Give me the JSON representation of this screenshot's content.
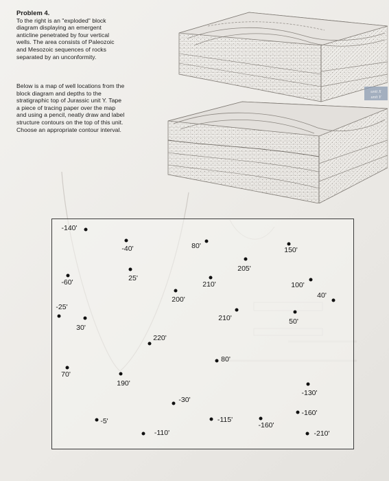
{
  "problem": {
    "title": "Problem 4.",
    "intro_lines": [
      "To the right is an \"exploded\" block",
      "diagram displaying an emergent",
      "anticline penetrated by four vertical",
      "wells. The area consists of Paleozoic",
      "and Mesozoic sequences of rocks",
      "separated by an unconformity."
    ],
    "instruction_lines": [
      "Below is a map of well locations from the",
      "block diagram and depths to the",
      "stratigraphic top of Jurassic unit Y. Tape",
      "a piece of tracing paper over the map",
      "and using a pencil, neatly draw and label",
      "structure contours on the top of this unit.",
      "Choose an appropriate contour interval."
    ]
  },
  "diagram": {
    "labels": {
      "unit_x": "unit X",
      "unit_y": "unit Y"
    }
  },
  "wells": [
    {
      "label": "-140'"
    },
    {
      "label": "-40'"
    },
    {
      "label": "80'"
    },
    {
      "label": "150'"
    },
    {
      "label": "205'"
    },
    {
      "label": "25'"
    },
    {
      "label": "-60'"
    },
    {
      "label": "210'"
    },
    {
      "label": "100'"
    },
    {
      "label": "200'"
    },
    {
      "label": "40'"
    },
    {
      "label": "-25'"
    },
    {
      "label": "30'"
    },
    {
      "label": "210'"
    },
    {
      "label": "50'"
    },
    {
      "label": "220'"
    },
    {
      "label": "80'"
    },
    {
      "label": "70'"
    },
    {
      "label": "190'"
    },
    {
      "label": "-130'"
    },
    {
      "label": "-30'"
    },
    {
      "label": "-160'"
    },
    {
      "label": "-5'"
    },
    {
      "label": "-115'"
    },
    {
      "label": "-160'"
    },
    {
      "label": "-110'"
    },
    {
      "label": "-210'"
    }
  ]
}
